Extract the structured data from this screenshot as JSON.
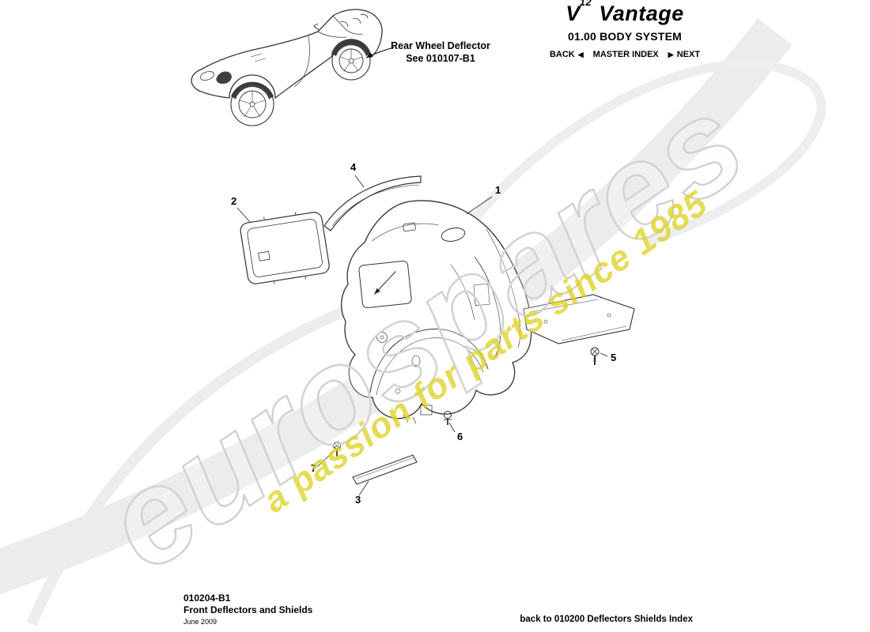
{
  "header": {
    "logo": {
      "prefix": "V",
      "sup": "12",
      "name": "Vantage"
    },
    "system_title": "01.00 BODY SYSTEM",
    "nav": {
      "back": "BACK",
      "back_arrow": "◀",
      "master_index": "MASTER INDEX",
      "next_arrow": "▶",
      "next": "NEXT"
    }
  },
  "car_annotation": {
    "line1": "Rear Wheel Deflector",
    "line2": "See 010107-B1"
  },
  "watermark": {
    "brand": "eurospares",
    "tagline": "a passion for parts since 1985"
  },
  "colors": {
    "watermark_yellow": "#ded226",
    "watermark_gray": "#d2d2d2",
    "line_color": "#333333"
  },
  "diagram": {
    "callouts": [
      {
        "label": "1"
      },
      {
        "label": "2"
      },
      {
        "label": "3"
      },
      {
        "label": "4"
      },
      {
        "label": "5"
      },
      {
        "label": "6"
      },
      {
        "label": "7"
      }
    ]
  },
  "footer": {
    "part_number": "010204-B1",
    "title": "Front Deflectors and Shields",
    "date": "June 2009",
    "back_link": "back to 010200 Deflectors Shields Index"
  }
}
